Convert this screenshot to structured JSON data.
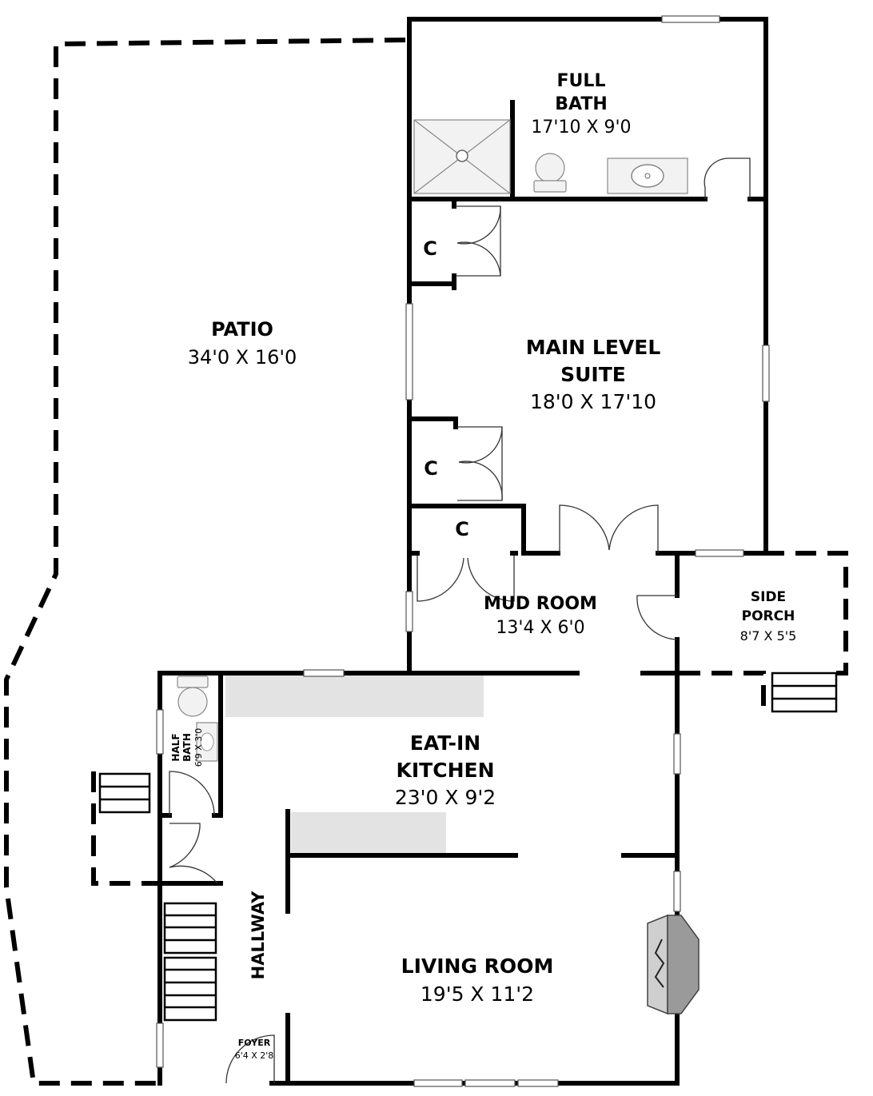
{
  "rooms": {
    "full_bath": {
      "name_line1": "FULL",
      "name_line2": "BATH",
      "dims": "17'10 X 9'0"
    },
    "patio": {
      "name": "PATIO",
      "dims": "34'0 X 16'0"
    },
    "main_suite": {
      "name_line1": "MAIN LEVEL",
      "name_line2": "SUITE",
      "dims": "18'0 X 17'10"
    },
    "closet_1": {
      "label": "C"
    },
    "closet_2": {
      "label": "C"
    },
    "closet_3": {
      "label": "C"
    },
    "mud_room": {
      "name": "MUD ROOM",
      "dims": "13'4 X 6'0"
    },
    "side_porch": {
      "name_line1": "SIDE",
      "name_line2": "PORCH",
      "dims": "8'7 X 5'5"
    },
    "kitchen": {
      "name_line1": "EAT-IN",
      "name_line2": "KITCHEN",
      "dims": "23'0 X 9'2"
    },
    "half_bath": {
      "name_line1": "HALF",
      "name_line2": "BATH",
      "dims": "6'9 X 3'0"
    },
    "hallway": {
      "name": "HALLWAY"
    },
    "living_room": {
      "name": "LIVING ROOM",
      "dims": "19'5 X 11'2"
    },
    "foyer": {
      "name": "FOYER",
      "dims": "6'4 X 2'8"
    }
  }
}
